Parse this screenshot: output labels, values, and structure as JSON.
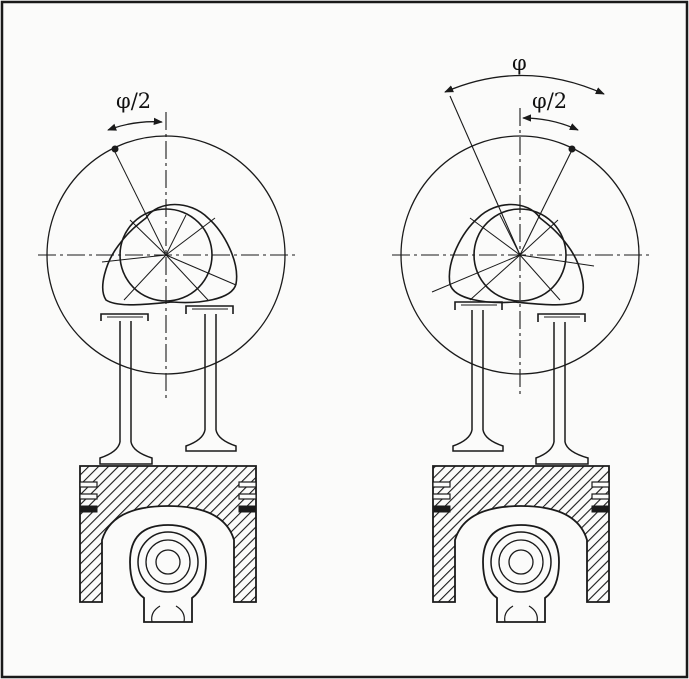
{
  "diagram": {
    "left_panel": {
      "angle_label": "φ/2"
    },
    "right_panel": {
      "angle_label_full": "φ",
      "angle_label_half": "φ/2"
    }
  },
  "colors": {
    "line": "#1a1a1a",
    "background": "#fbfbfa"
  }
}
